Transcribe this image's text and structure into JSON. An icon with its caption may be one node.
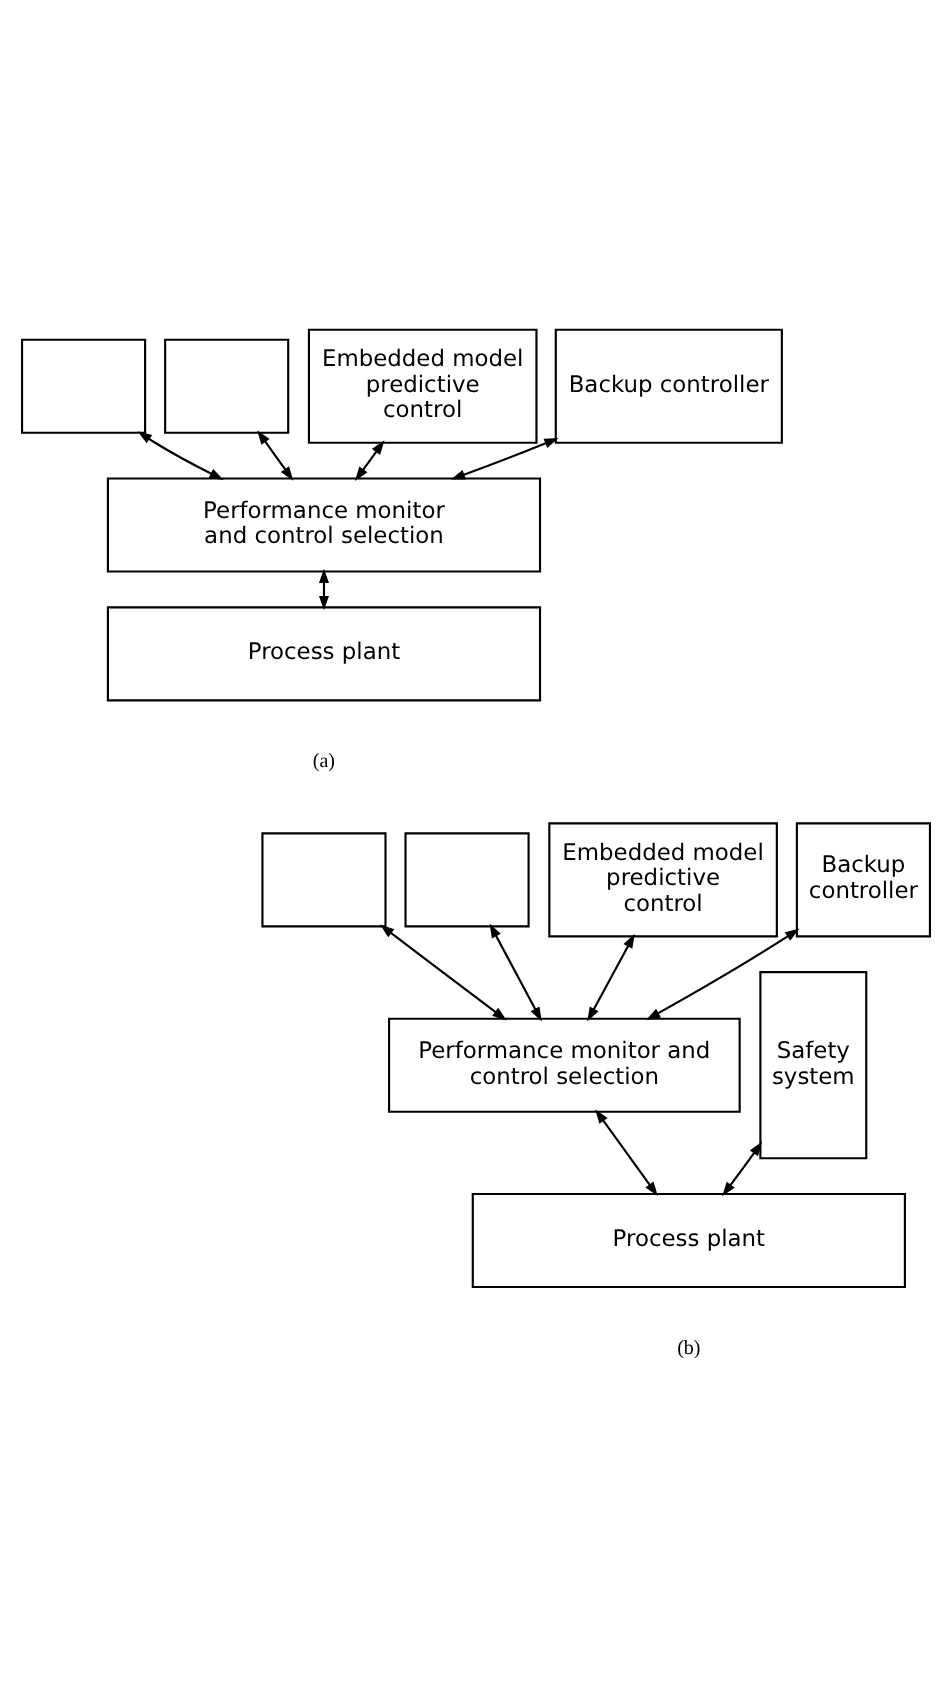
{
  "diagram": {
    "nodes": [
      {
        "text": [],
        "shape": "box"
      },
      {
        "text": [],
        "shape": "box"
      },
      {
        "text": [
          "Embedded model predictive control"
        ]
      },
      {
        "text": [
          "Backup controller"
        ]
      },
      {
        "text": [
          "Performance monitor and control selection"
        ]
      },
      {
        "text": [
          "Process plant"
        ]
      },
      {
        "text": [],
        "shape": "box"
      },
      {
        "text": [],
        "shape": "box"
      },
      {
        "text": [
          "Embedded model predictive control"
        ]
      },
      {
        "text": [
          "Backup controller"
        ]
      },
      {
        "text": [
          "Performance monitor and control selection"
        ]
      },
      {
        "text": [
          "Safety system"
        ]
      },
      {
        "text": [
          "Process plant"
        ]
      }
    ],
    "edges": [
      {
        "from": 0,
        "to": 4,
        "arrow": "both"
      },
      {
        "from": 1,
        "to": 4,
        "arrow": "both"
      },
      {
        "from": 2,
        "to": 4,
        "arrow": "both"
      },
      {
        "from": 3,
        "to": 4,
        "arrow": "both"
      },
      {
        "from": 4,
        "to": 5,
        "arrow": "both"
      },
      {
        "from": 6,
        "to": 10,
        "arrow": "both"
      },
      {
        "from": 7,
        "to": 10,
        "arrow": "both"
      },
      {
        "from": 8,
        "to": 10,
        "arrow": "both"
      },
      {
        "from": 9,
        "to": 10,
        "arrow": "both"
      },
      {
        "from": 10,
        "to": 12,
        "arrow": "both"
      },
      {
        "from": 11,
        "to": 12,
        "arrow": "both"
      }
    ],
    "labels": [
      "(a)",
      "(b)"
    ]
  }
}
